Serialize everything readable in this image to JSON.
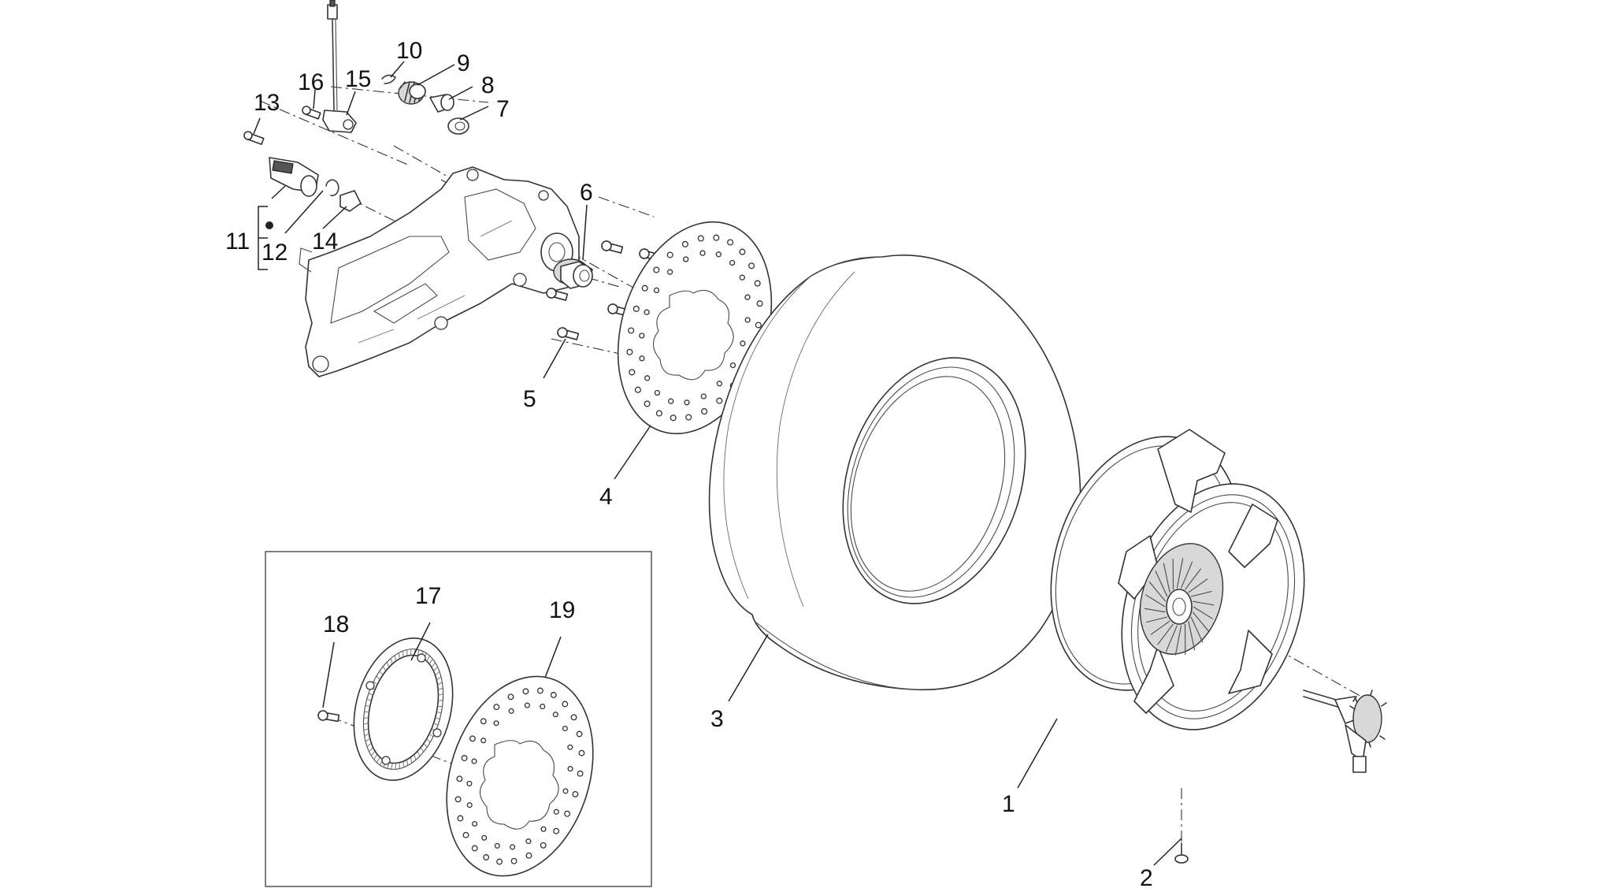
{
  "callouts": {
    "c1": "1",
    "c2": "2",
    "c3": "3",
    "c4": "4",
    "c5": "5",
    "c6": "6",
    "c7": "7",
    "c8": "8",
    "c9": "9",
    "c10": "10",
    "c11": "11",
    "c12": "12",
    "c13": "13",
    "c14": "14",
    "c15": "15",
    "c16": "16",
    "c17": "17",
    "c18": "18",
    "c19": "19"
  },
  "colors": {
    "line": "#333333",
    "background": "#ffffff",
    "shade": "#d8d8d8"
  }
}
